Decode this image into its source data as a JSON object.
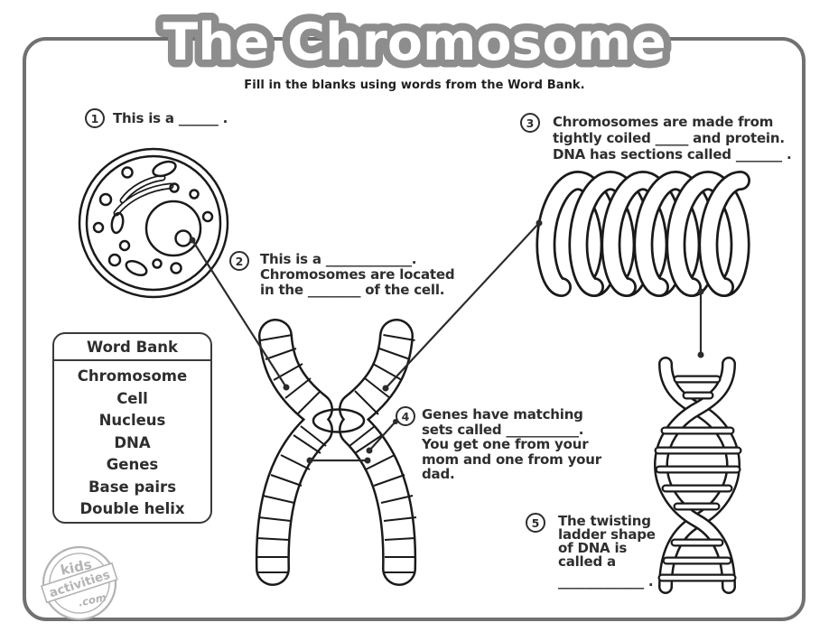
{
  "title": "The Chromosome",
  "subtitle": "Fill in the blanks using words from the Word Bank.",
  "items": [
    {
      "number": "1",
      "lines": [
        "This is a ______ ."
      ]
    },
    {
      "number": "2",
      "lines": [
        "This is a _____________.",
        "Chromosomes are located",
        "in the ________ of the cell."
      ]
    },
    {
      "number": "3",
      "lines": [
        "Chromosomes are made from",
        "tightly coiled _____ and protein.",
        "DNA has sections called _______ ."
      ]
    },
    {
      "number": "4",
      "lines": [
        "Genes have matching",
        "sets called ___________.",
        "You get one from your",
        "mom and one from your",
        "dad."
      ]
    },
    {
      "number": "5",
      "lines": [
        "The twisting",
        "ladder shape",
        "of DNA is",
        "called a",
        "_____________ ."
      ]
    }
  ],
  "word_bank": {
    "header": "Word Bank",
    "words": [
      "Chromosome",
      "Cell",
      "Nucleus",
      "DNA",
      "Genes",
      "Base pairs",
      "Double helix"
    ]
  },
  "logo": {
    "line1": "kids",
    "line2": "activities",
    "line3": ".com"
  },
  "colors": {
    "ink": "#2e2e2e",
    "outline": "#1a1a1a",
    "title_bubble": "#8d8d8d",
    "page_border": "#717171",
    "logo_gray": "#b3b3b3"
  },
  "diagrams": {
    "cell": "animal-cell-with-nucleus",
    "chromosome": "x-shaped-banded-chromosome",
    "coil": "tightly-coiled-dna-spring",
    "helix": "dna-double-helix"
  }
}
